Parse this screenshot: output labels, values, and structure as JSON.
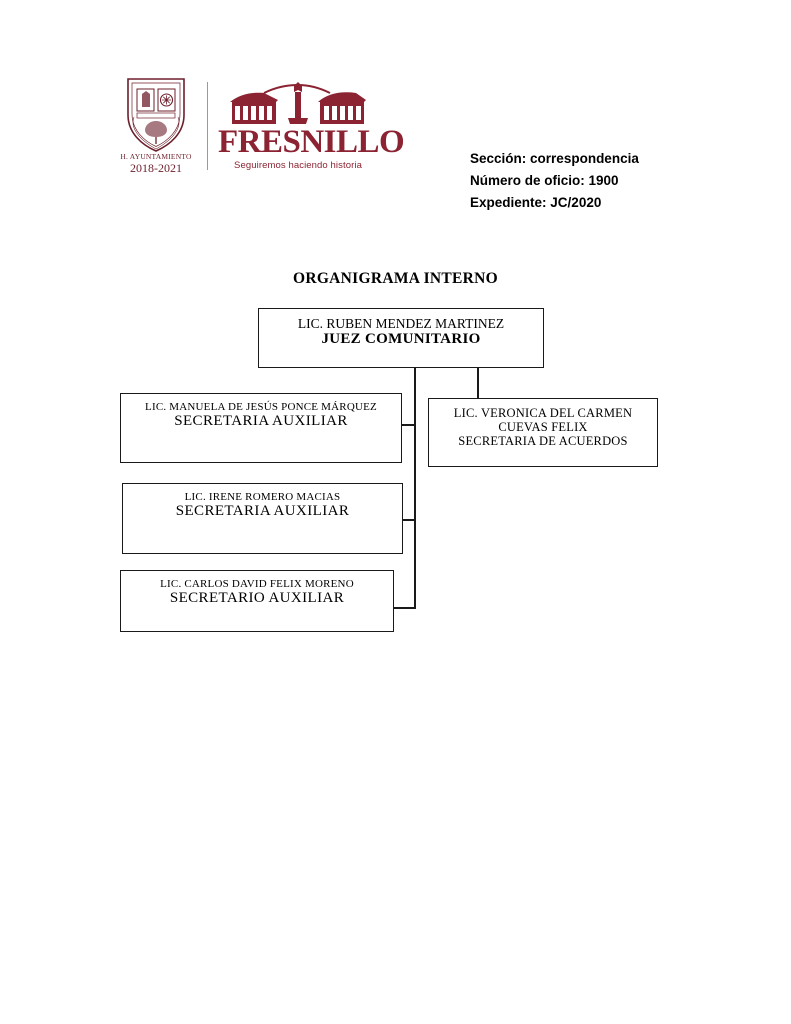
{
  "header": {
    "crest": {
      "icon": "coat-of-arms-shield",
      "caption_line1": "H. AYUNTAMIENTO",
      "caption_line2": "2018-2021",
      "color": "#6d1f2b"
    },
    "logo": {
      "icon": "fresnillo-monument-logo",
      "wordmark": "FRESNILLO",
      "tagline": "Seguiremos haciendo historia",
      "color": "#8B2332"
    },
    "meta": {
      "seccion_label": "Sección:",
      "seccion_value": "correspondencia",
      "numero_label": "Número de oficio:",
      "numero_value": "1900",
      "expediente_label": "Expediente:",
      "expediente_value": "JC/2020"
    }
  },
  "chart": {
    "title": "ORGANIGRAMA INTERNO",
    "nodes": {
      "top": {
        "name": "LIC. RUBEN MENDEZ MARTINEZ",
        "role": "JUEZ COMUNITARIO"
      },
      "right": {
        "name_line1": "LIC.  VERONICA DEL CARMEN",
        "name_line2": "CUEVAS FELIX",
        "role": "SECRETARIA DE ACUERDOS"
      },
      "aux1": {
        "name": "LIC. MANUELA DE JESÚS PONCE MÁRQUEZ",
        "role": "SECRETARIA AUXILIAR"
      },
      "aux2": {
        "name": "LIC. IRENE ROMERO MACIAS",
        "role": "SECRETARIA AUXILIAR"
      },
      "aux3": {
        "name": "LIC. CARLOS DAVID FELIX MORENO",
        "role": "SECRETARIO AUXILIAR"
      }
    }
  }
}
